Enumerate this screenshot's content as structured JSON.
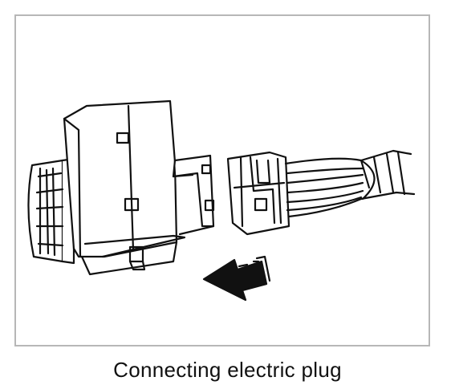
{
  "caption": "Connecting electric plug",
  "icons": [
    "switch-body",
    "electric-plug",
    "wire-harness",
    "arrow-left-icon"
  ],
  "colors": {
    "frame_border": "#b7b7b7",
    "line": "#111111",
    "fill": "#ffffff"
  }
}
